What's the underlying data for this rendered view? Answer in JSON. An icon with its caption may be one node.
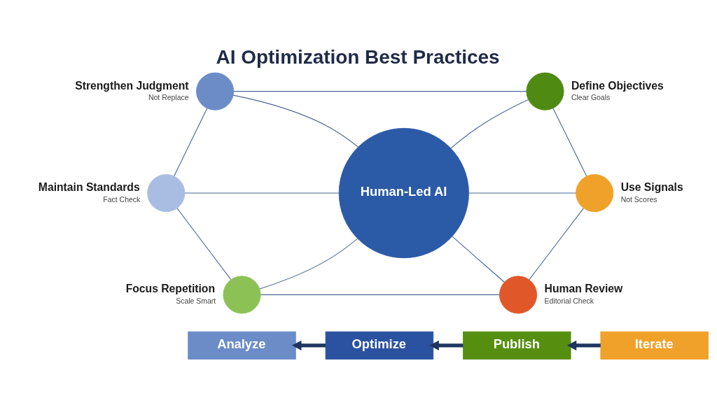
{
  "diagram": {
    "title": "AI Optimization Best Practices",
    "nodes": [
      {
        "text": [
          "Strengthen Judgment",
          "Not Replace"
        ]
      },
      {
        "text": [
          "Define Objectives",
          "Clear Goals"
        ]
      },
      {
        "text": [
          "Maintain Standards",
          "Fact Check"
        ]
      },
      {
        "text": [
          "Human-Led AI"
        ]
      },
      {
        "text": [
          "Use Signals",
          "Not Scores"
        ]
      },
      {
        "text": [
          "Focus Repetition",
          "Scale Smart"
        ]
      },
      {
        "text": [
          "Human Review",
          "Editorial Check"
        ]
      },
      {
        "text": [
          "Analyze"
        ]
      },
      {
        "text": [
          "Optimize"
        ]
      },
      {
        "text": [
          "Publish"
        ]
      },
      {
        "text": [
          "Iterate"
        ]
      }
    ],
    "edges": [
      {
        "from": 0,
        "to": 3,
        "arrow": "none"
      },
      {
        "from": 1,
        "to": 3,
        "arrow": "none"
      },
      {
        "from": 2,
        "to": 3,
        "arrow": "none"
      },
      {
        "from": 3,
        "to": 4,
        "arrow": "none"
      },
      {
        "from": 3,
        "to": 5,
        "arrow": "none"
      },
      {
        "from": 3,
        "to": 6,
        "arrow": "none"
      },
      {
        "from": 0,
        "to": 1,
        "arrow": "none"
      },
      {
        "from": 1,
        "to": 4,
        "arrow": "none"
      },
      {
        "from": 4,
        "to": 6,
        "arrow": "none"
      },
      {
        "from": 5,
        "to": 6,
        "arrow": "none"
      },
      {
        "from": 2,
        "to": 5,
        "arrow": "none"
      },
      {
        "from": 0,
        "to": 2,
        "arrow": "none"
      },
      {
        "from": 8,
        "to": 7,
        "arrow": "to",
        "style": "thick",
        "color": "#1e3560"
      },
      {
        "from": 9,
        "to": 8,
        "arrow": "to",
        "style": "thick",
        "color": "#1e3560"
      },
      {
        "from": 10,
        "to": 9,
        "arrow": "to",
        "style": "thick",
        "color": "#1e3560"
      }
    ]
  }
}
